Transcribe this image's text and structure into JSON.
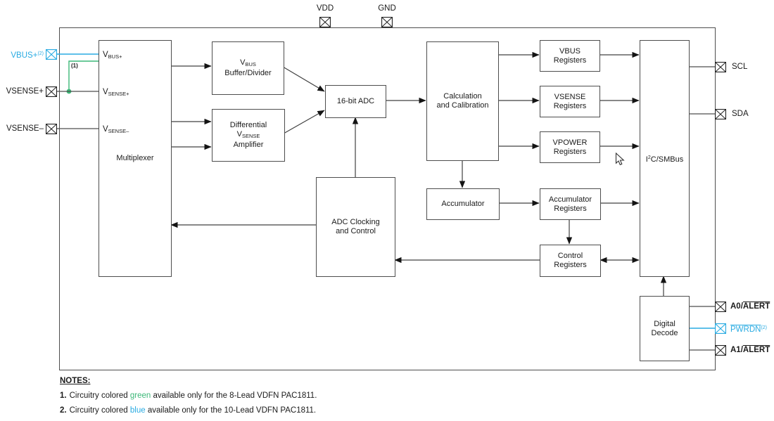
{
  "pins": {
    "vdd": "VDD",
    "gnd": "GND",
    "vbus_plus": {
      "main": "VBUS+",
      "sup": "(2)"
    },
    "vsense_plus": "VSENSE+",
    "vsense_minus": "VSENSE–",
    "scl": "SCL",
    "sda": "SDA",
    "a0_alert": {
      "pre": "A0/",
      "over": "ALERT"
    },
    "pwrdn": {
      "over": "PWRDN",
      "sup": "(2)"
    },
    "a1_alert": {
      "pre": "A1/",
      "over": "ALERT"
    }
  },
  "blocks": {
    "multiplexer": {
      "label": "Multiplexer",
      "in_vbus": {
        "main": "V",
        "sub": "BUS+"
      },
      "in_vsense_p": {
        "main": "V",
        "sub": "SENSE+"
      },
      "in_vsense_m": {
        "main": "V",
        "sub": "SENSE–"
      }
    },
    "vbus_buffer": {
      "v": "V",
      "v_sub": "BUS",
      "line2": "Buffer/Divider"
    },
    "diff_amp": {
      "line1": "Differential",
      "v": "V",
      "v_sub": "SENSE",
      "line3": "Amplifier"
    },
    "adc": "16-bit ADC",
    "calc": "Calculation\nand Calibration",
    "vbus_registers": "VBUS\nRegisters",
    "vsense_registers": "VSENSE\nRegisters",
    "vpower_registers": "VPOWER\nRegisters",
    "accumulator": "Accumulator",
    "accumulator_registers": "Accumulator\nRegisters",
    "control_registers": "Control\nRegisters",
    "adc_clocking": "ADC Clocking\nand Control",
    "i2c": {
      "pre": "I",
      "sup": "2",
      "post": "C/SMBus"
    },
    "digital_decode": "Digital\nDecode"
  },
  "wire_annotation": "(1)",
  "colors": {
    "blue": "#29ABE2",
    "green": "#3CB878",
    "line": "#4D4D4D",
    "text": "#1A1A1A"
  },
  "notes": {
    "heading": "NOTES:",
    "items": [
      {
        "num": "1.",
        "text_before": "Circuitry colored ",
        "colored_word": "green",
        "text_after": " available only for the 8-Lead VDFN PAC1811."
      },
      {
        "num": "2.",
        "text_before": "Circuitry colored ",
        "colored_word": "blue",
        "text_after": " available only for the 10-Lead VDFN PAC1811."
      }
    ]
  }
}
